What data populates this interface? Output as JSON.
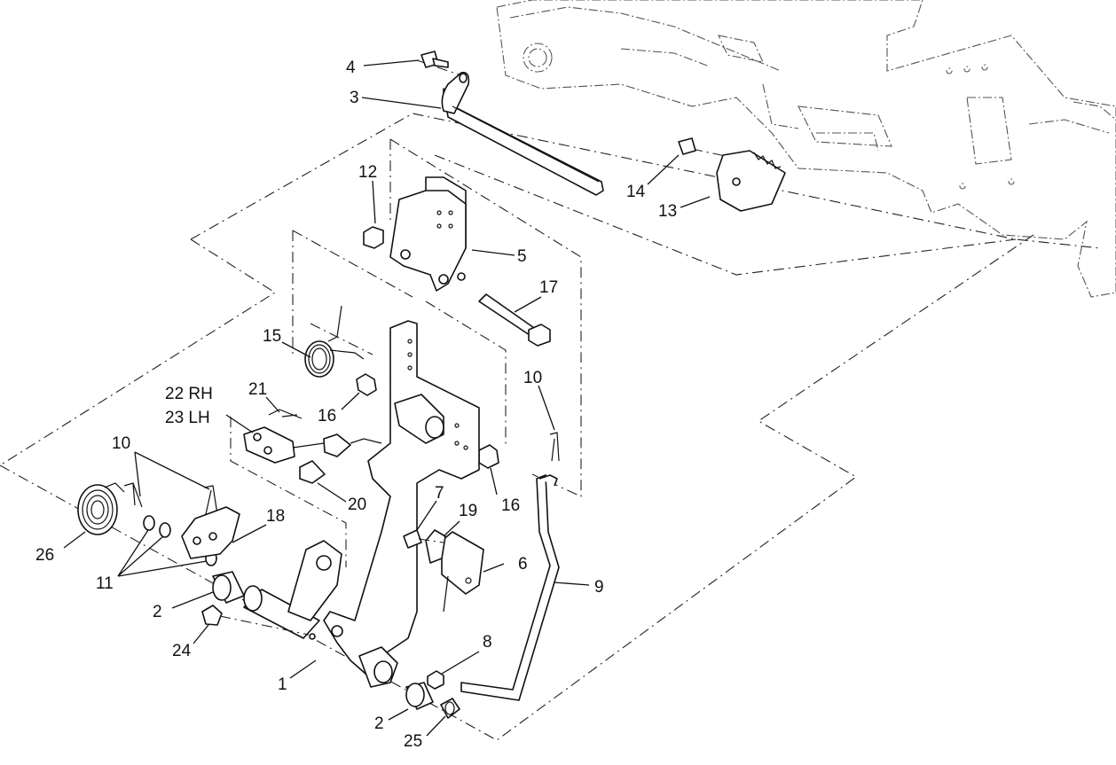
{
  "diagram": {
    "callouts": [
      {
        "id": "c4",
        "text": "4"
      },
      {
        "id": "c3",
        "text": "3"
      },
      {
        "id": "c12",
        "text": "12"
      },
      {
        "id": "c5",
        "text": "5"
      },
      {
        "id": "c14",
        "text": "14"
      },
      {
        "id": "c13",
        "text": "13"
      },
      {
        "id": "c17",
        "text": "17"
      },
      {
        "id": "c15",
        "text": "15"
      },
      {
        "id": "c22",
        "text": "22 RH"
      },
      {
        "id": "c23",
        "text": "23 LH"
      },
      {
        "id": "c21",
        "text": "21"
      },
      {
        "id": "c16a",
        "text": "16"
      },
      {
        "id": "c16b",
        "text": "16"
      },
      {
        "id": "c10a",
        "text": "10"
      },
      {
        "id": "c10b",
        "text": "10"
      },
      {
        "id": "c20",
        "text": "20"
      },
      {
        "id": "c26",
        "text": "26"
      },
      {
        "id": "c11",
        "text": "11"
      },
      {
        "id": "c18",
        "text": "18"
      },
      {
        "id": "c7",
        "text": "7"
      },
      {
        "id": "c19",
        "text": "19"
      },
      {
        "id": "c6",
        "text": "6"
      },
      {
        "id": "c9",
        "text": "9"
      },
      {
        "id": "c2a",
        "text": "2"
      },
      {
        "id": "c24",
        "text": "24"
      },
      {
        "id": "c8",
        "text": "8"
      },
      {
        "id": "c1",
        "text": "1"
      },
      {
        "id": "c2b",
        "text": "2"
      },
      {
        "id": "c25",
        "text": "25"
      }
    ]
  }
}
